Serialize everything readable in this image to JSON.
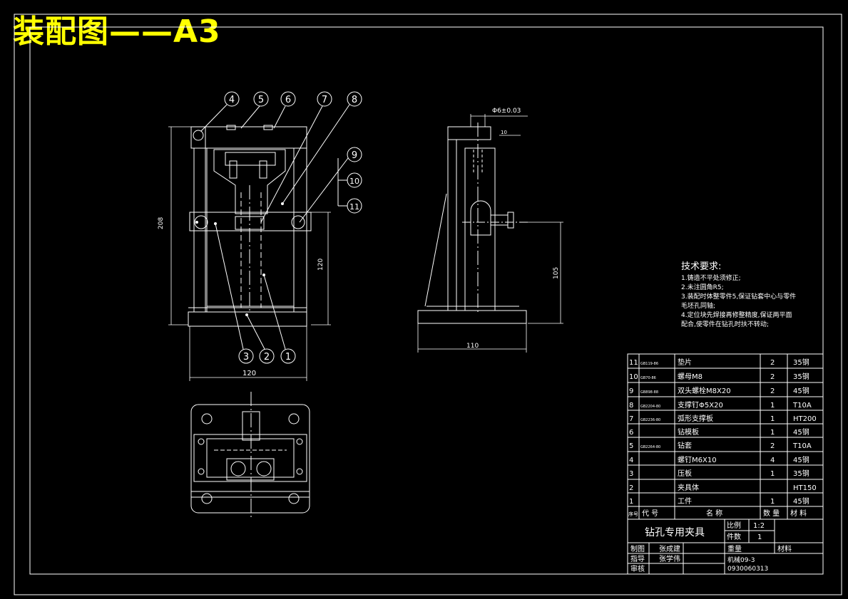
{
  "title": "装配图——A3",
  "dimensions": {
    "height_front": "208",
    "width_front": "120",
    "pin_height": "120",
    "side_height": "105",
    "side_width": "110",
    "bore_tol": "Φ6±0.03",
    "small_dim": "10"
  },
  "balloons": [
    "4",
    "5",
    "6",
    "7",
    "8",
    "9",
    "10",
    "11",
    "3",
    "2",
    "1"
  ],
  "tech_req": {
    "heading": "技术要求:",
    "items": [
      "1.铸造不平处须修正;",
      "2.未注圆角R5;",
      "3.装配时体整零件5,保证钻套中心与零件",
      "毛坯孔同轴;",
      "4.定位块先焊接再修整精度,保证两平面",
      "配合,使零件在钻孔时扶不转动;"
    ]
  },
  "bom": [
    {
      "no": "11",
      "code": "GB119-86",
      "name": "垫片",
      "qty": "2",
      "mat": "35钢"
    },
    {
      "no": "10",
      "code": "GB70-86",
      "name": "螺母M8",
      "qty": "2",
      "mat": "35钢"
    },
    {
      "no": "9",
      "code": "GB898-88",
      "name": "双头螺栓M8X20",
      "qty": "2",
      "mat": "45钢"
    },
    {
      "no": "8",
      "code": "GB2204-80",
      "name": "支撑钉Φ5X20",
      "qty": "1",
      "mat": "T10A"
    },
    {
      "no": "7",
      "code": "GB2236-80",
      "name": "弧形支撑板",
      "qty": "1",
      "mat": "HT200"
    },
    {
      "no": "6",
      "code": "",
      "name": "钻模板",
      "qty": "1",
      "mat": "45钢"
    },
    {
      "no": "5",
      "code": "GB2264-80",
      "name": "钻套",
      "qty": "2",
      "mat": "T10A"
    },
    {
      "no": "4",
      "code": "",
      "name": "螺钉M6X10",
      "qty": "4",
      "mat": "45钢"
    },
    {
      "no": "3",
      "code": "",
      "name": "压板",
      "qty": "1",
      "mat": "35钢"
    },
    {
      "no": "2",
      "code": "",
      "name": "夹具体",
      "qty": "",
      "mat": "HT150"
    },
    {
      "no": "1",
      "code": "",
      "name": "工件",
      "qty": "1",
      "mat": "45钢"
    }
  ],
  "bom_header": {
    "no": "序号",
    "code": "代 号",
    "name": "名 称",
    "qty": "数 量",
    "mat": "材 料"
  },
  "title_block": {
    "name": "钻孔专用夹具",
    "scale_label": "比例",
    "scale": "1:2",
    "count_label": "件数",
    "count": "1",
    "drawn_label": "制图",
    "drawn_by": "张成建",
    "guide_label": "指导",
    "guide_by": "张学伟",
    "check_label": "审核",
    "weight_label": "重量",
    "material_label": "材料",
    "class": "机械09-3",
    "student_no": "0930060313"
  }
}
